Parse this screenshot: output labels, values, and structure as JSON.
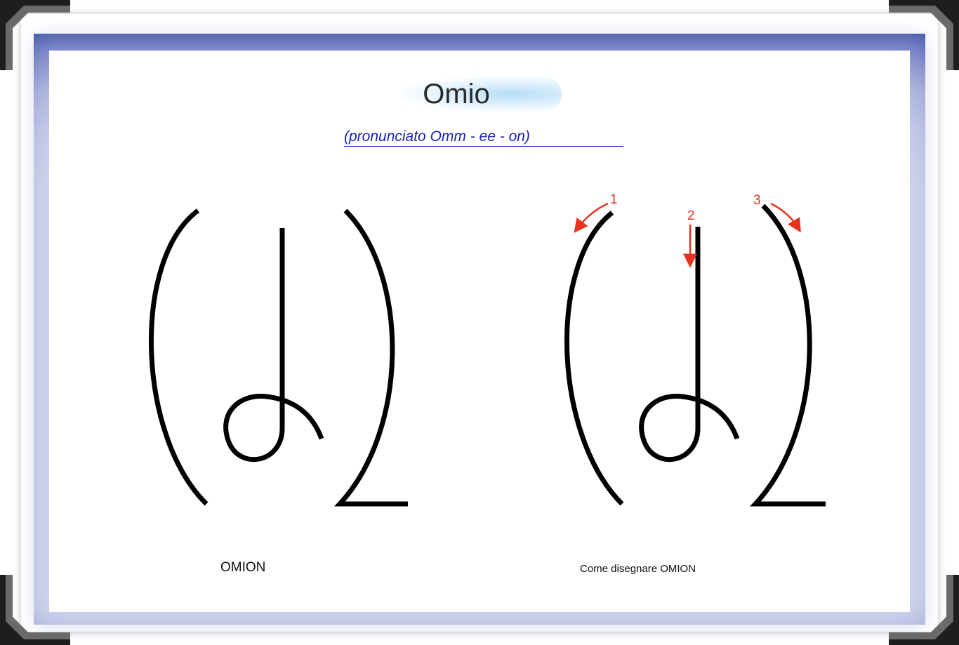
{
  "page": {
    "title": "Omio",
    "subtitle": "(pronunciato Omm - ee - on)"
  },
  "glyph": {
    "caption": "OMION"
  },
  "stroke_guide": {
    "caption": "Come disegnare OMION",
    "steps": [
      {
        "number": "1"
      },
      {
        "number": "2"
      },
      {
        "number": "3"
      }
    ]
  },
  "colors": {
    "frame_blue": "#5060b0",
    "subtitle_link": "#1a24a8",
    "stroke_arrow": "#e8321e",
    "glyph_ink": "#000000"
  }
}
